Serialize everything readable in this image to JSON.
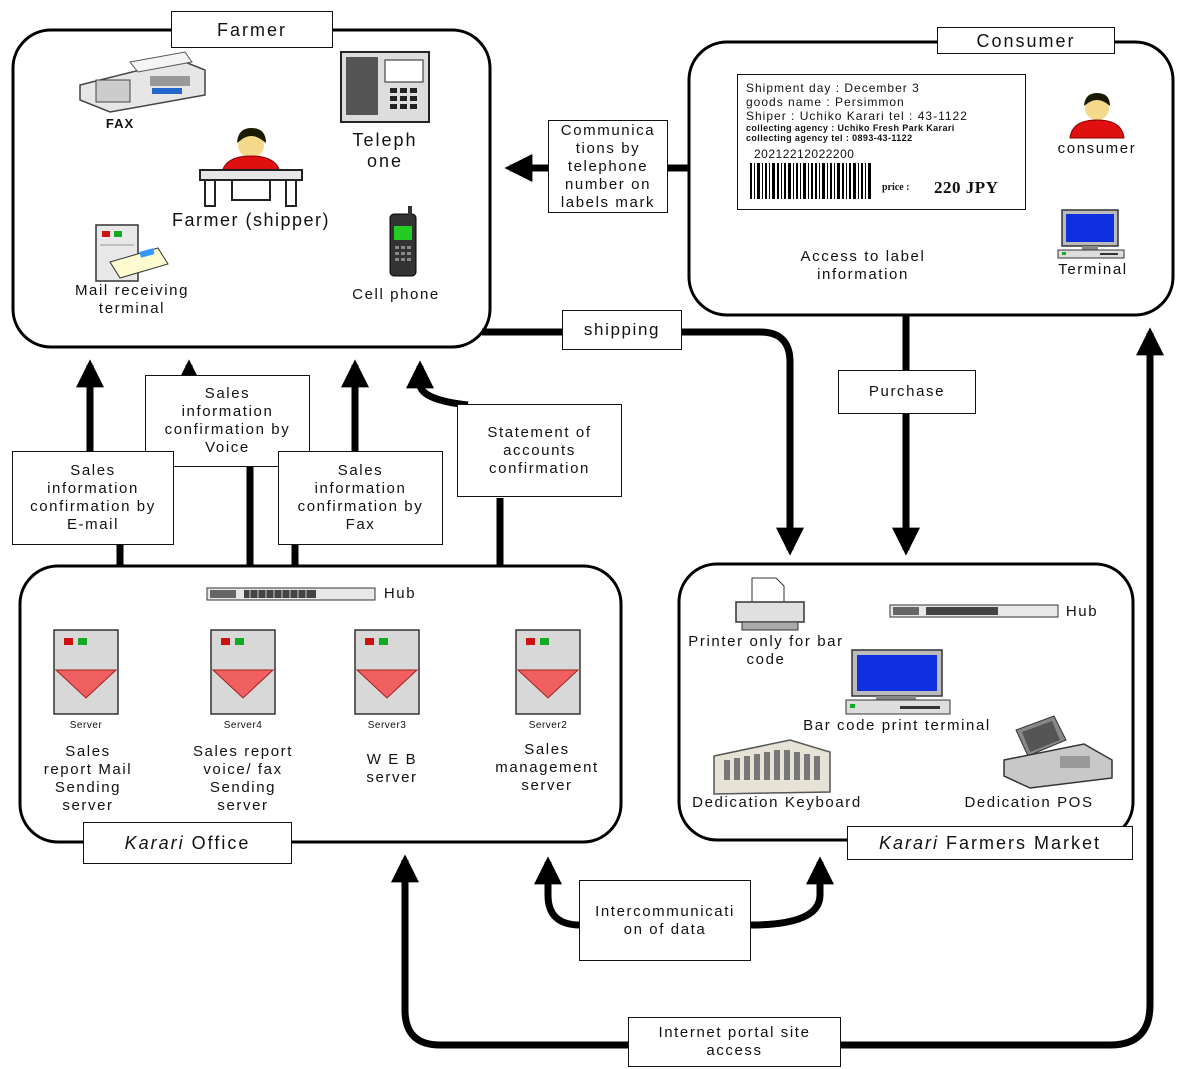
{
  "farmer": {
    "title": "Farmer",
    "fax": "FAX",
    "telephone": "Teleph\none",
    "shipper": "Farmer (shipper)",
    "mail_terminal": "Mail receiving\nterminal",
    "cell_phone": "Cell phone"
  },
  "consumer": {
    "title": "Consumer",
    "label_card": {
      "line1": "Shipment day : December 3",
      "line2": "goods name : Persimmon",
      "line3": "Shiper : Uchiko Karari tel : 43-1122",
      "line4": "collecting agency : Uchiko Fresh Park Karari",
      "line5": "collecting agency tel : 0893-43-1122",
      "barcode_number": "20212212022200",
      "price_label": "price :",
      "price_value": "220 JPY"
    },
    "consumer_label": "consumer",
    "access_label": "Access to label\ninformation",
    "terminal": "Terminal"
  },
  "connectors": {
    "communications": "Communica\ntions by\ntelephone\nnumber on\nlabels mark",
    "shipping": "shipping",
    "purchase": "Purchase",
    "sales_voice": "Sales\ninformation\nconfirmation by\nVoice",
    "sales_email": "Sales\ninformation\nconfirmation by\nE-mail",
    "sales_fax": "Sales\ninformation\nconfirmation by\nFax",
    "statement": "Statement of\naccounts\nconfirmation",
    "intercommunication": "Intercommunicati\non of data",
    "internet": "Internet portal site\naccess"
  },
  "office": {
    "title_italic": "Karari",
    "title_rest": " Office",
    "hub": "Hub",
    "servers": [
      {
        "tag": "Server",
        "label": "Sales\nreport Mail\nSending\nserver"
      },
      {
        "tag": "Server4",
        "label": "Sales report\nvoice/ fax\nSending\nserver"
      },
      {
        "tag": "Server3",
        "label": "W E B\nserver"
      },
      {
        "tag": "Server2",
        "label": "Sales\nmanagement\nserver"
      }
    ]
  },
  "market": {
    "title_italic": "Karari",
    "title_rest": " Farmers Market",
    "hub": "Hub",
    "printer": "Printer only for bar\ncode",
    "print_terminal": "Bar code print terminal",
    "keyboard": "Dedication Keyboard",
    "pos": "Dedication POS"
  },
  "colors": {
    "line": "#000000",
    "person_red": "#e01010",
    "person_hair": "#1a1a00",
    "server_body": "#d8d8d8",
    "server_red_tri": "#f06060",
    "led_red": "#cc1111",
    "led_green": "#11aa22",
    "screen_blue": "#1030e0",
    "phone_screen": "#22cc22"
  }
}
